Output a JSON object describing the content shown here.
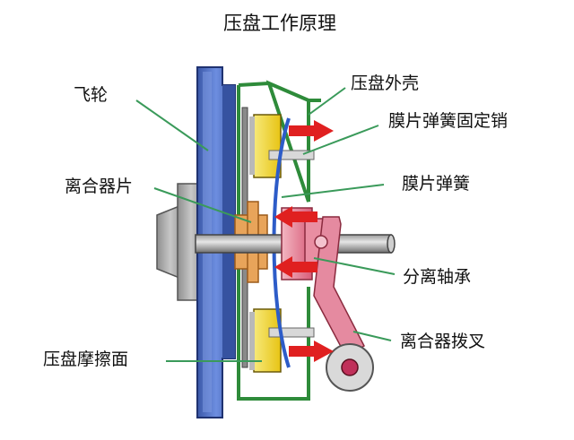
{
  "title": "压盘工作原理",
  "labels": {
    "flywheel": "飞轮",
    "clutch_disc": "离合器片",
    "pressure_plate_surface": "压盘摩擦面",
    "pressure_plate_cover": "压盘外壳",
    "spring_pin": "膜片弹簧固定销",
    "diaphragm_spring": "膜片弹簧",
    "release_bearing": "分离轴承",
    "release_fork": "离合器拨叉"
  },
  "colors": {
    "flywheel": "#4d6fc3",
    "cover": "#2e8b3a",
    "friction": "#f2d11c",
    "disc_hub": "#e8a45a",
    "bearing": "#e07a90",
    "spring": "#2d5cc8",
    "arrow": "#e02020",
    "leader": "#3a9a5a"
  }
}
